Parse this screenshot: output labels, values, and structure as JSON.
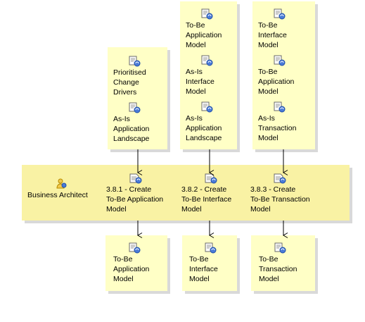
{
  "inputs": {
    "task1": [
      "Prioritised\nChange\nDrivers",
      "As-Is\nApplication\nLandscape"
    ],
    "task2": [
      "To-Be\nApplication\nModel",
      "As-Is\nInterface\nModel",
      "As-Is\nApplication\nLandscape"
    ],
    "task3": [
      "To-Be\nInterface\nModel",
      "To-Be\nApplication\nModel",
      "As-Is\nTransaction\nModel"
    ]
  },
  "lane": {
    "role": "Business Architect",
    "tasks": [
      "3.8.1 - Create\nTo-Be Application\nModel",
      "3.8.2 - Create\nTo-Be Interface\nModel",
      "3.8.3 - Create\nTo-Be Transaction\nModel"
    ]
  },
  "outputs": [
    "To-Be\nApplication\nModel",
    "To-Be\nInterface\nModel",
    "To-Be\nTransaction\nModel"
  ],
  "icons": {
    "artifact": "artifact-icon",
    "task": "task-icon",
    "role": "role-icon"
  }
}
